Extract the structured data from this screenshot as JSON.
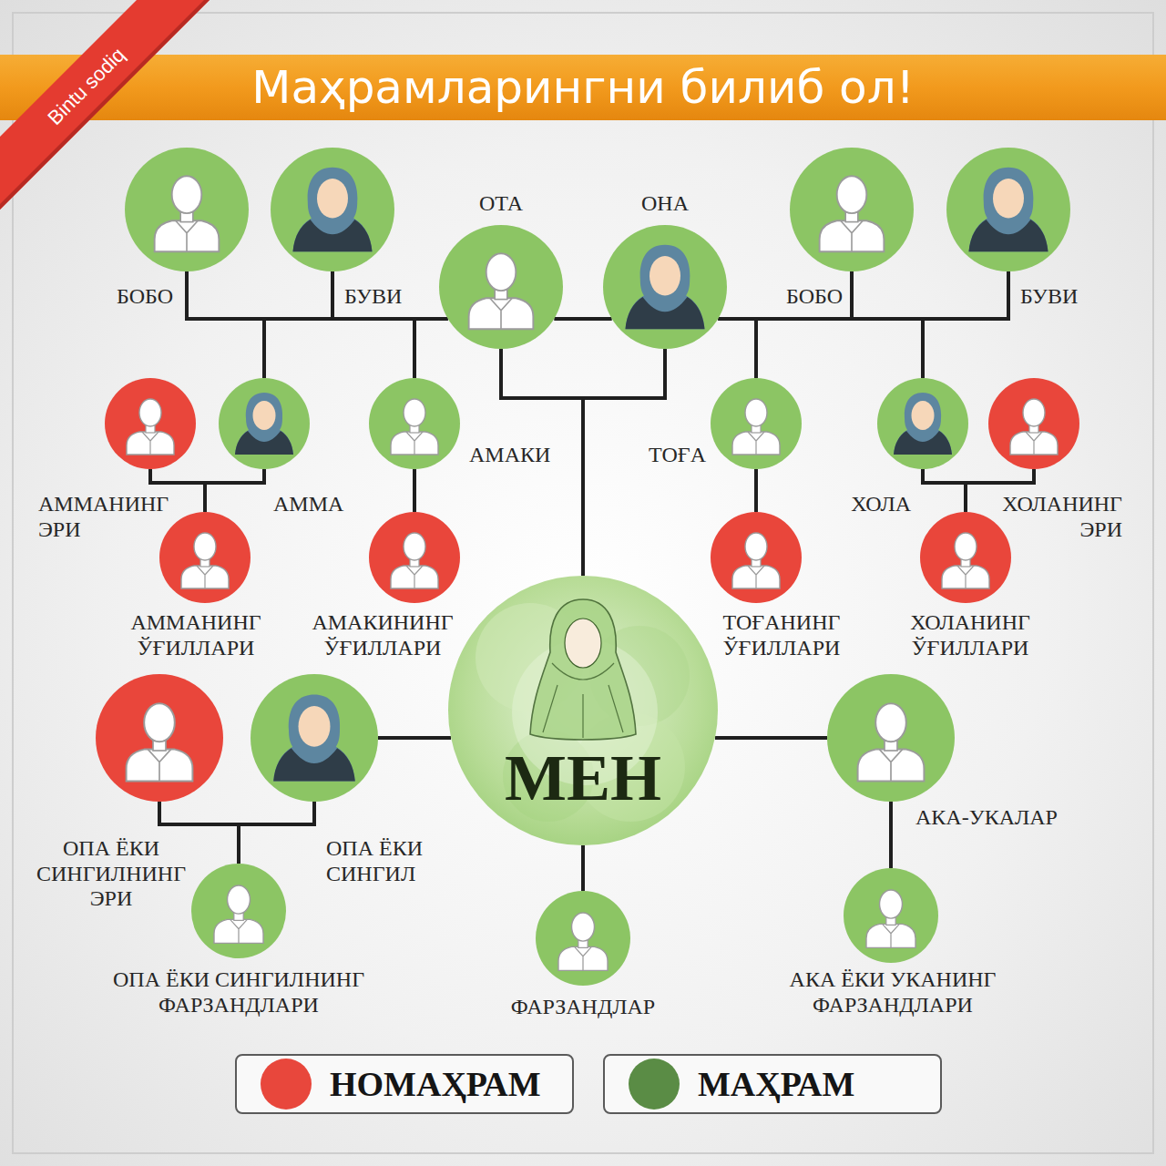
{
  "diagram": {
    "title": "Маҳрамларингни билиб ол!",
    "nodes": [
      {
        "text": [
          "БОБО"
        ]
      },
      {
        "text": [
          "БУВИ"
        ]
      },
      {
        "text": [
          "ОТА"
        ]
      },
      {
        "text": [
          "ОНА"
        ]
      },
      {
        "text": [
          "БОБО"
        ]
      },
      {
        "text": [
          "БУВИ"
        ]
      },
      {
        "text": [
          "АММАНИНГ ЭРИ"
        ]
      },
      {
        "text": [
          "АММА"
        ]
      },
      {
        "text": [
          "АМАКИ"
        ]
      },
      {
        "text": [
          "ТОҒА"
        ]
      },
      {
        "text": [
          "ХОЛА"
        ]
      },
      {
        "text": [
          "ХОЛАНИНГ ЭРИ"
        ]
      },
      {
        "text": [
          "АММАНИНГ ЎҒИЛЛАРИ"
        ]
      },
      {
        "text": [
          "АМАКИНИНГ ЎҒИЛЛАРИ"
        ]
      },
      {
        "text": [
          "ТОҒАНИНГ ЎҒИЛЛАРИ"
        ]
      },
      {
        "text": [
          "ХОЛАНИНГ ЎҒИЛЛАРИ"
        ]
      },
      {
        "text": [
          "ОПА ЁКИ СИНГИЛНИНГ ЭРИ"
        ]
      },
      {
        "text": [
          "ОПА ЁКИ СИНГИЛ"
        ]
      },
      {
        "text": [
          "МЕН"
        ]
      },
      {
        "text": [
          "АКА-УКАЛАР"
        ]
      },
      {
        "text": [
          "ОПА ЁКИ СИНГИЛНИНГ ФАРЗАНДЛАРИ"
        ]
      },
      {
        "text": [
          "ФАРЗАНДЛАР"
        ]
      },
      {
        "text": [
          "АКА ЁКИ УКАНИНГ ФАРЗАНДЛАРИ"
        ]
      }
    ],
    "edges": [
      {
        "from": 0,
        "to": 7,
        "arrow": "none"
      },
      {
        "from": 0,
        "to": 8,
        "arrow": "none"
      },
      {
        "from": 0,
        "to": 2,
        "arrow": "none"
      },
      {
        "from": 1,
        "to": 7,
        "arrow": "none"
      },
      {
        "from": 1,
        "to": 8,
        "arrow": "none"
      },
      {
        "from": 1,
        "to": 2,
        "arrow": "none"
      },
      {
        "from": 4,
        "to": 3,
        "arrow": "none"
      },
      {
        "from": 4,
        "to": 9,
        "arrow": "none"
      },
      {
        "from": 4,
        "to": 10,
        "arrow": "none"
      },
      {
        "from": 5,
        "to": 3,
        "arrow": "none"
      },
      {
        "from": 5,
        "to": 9,
        "arrow": "none"
      },
      {
        "from": 5,
        "to": 10,
        "arrow": "none"
      },
      {
        "from": 2,
        "to": 3,
        "arrow": "none"
      },
      {
        "from": 2,
        "to": 18,
        "arrow": "none"
      },
      {
        "from": 3,
        "to": 18,
        "arrow": "none"
      },
      {
        "from": 6,
        "to": 12,
        "arrow": "none"
      },
      {
        "from": 7,
        "to": 12,
        "arrow": "none"
      },
      {
        "from": 8,
        "to": 13,
        "arrow": "none"
      },
      {
        "from": 9,
        "to": 14,
        "arrow": "none"
      },
      {
        "from": 10,
        "to": 15,
        "arrow": "none"
      },
      {
        "from": 11,
        "to": 15,
        "arrow": "none"
      },
      {
        "from": 18,
        "to": 17,
        "arrow": "none"
      },
      {
        "from": 18,
        "to": 19,
        "arrow": "none"
      },
      {
        "from": 18,
        "to": 21,
        "arrow": "none"
      },
      {
        "from": 16,
        "to": 20,
        "arrow": "none"
      },
      {
        "from": 17,
        "to": 20,
        "arrow": "none"
      },
      {
        "from": 19,
        "to": 22,
        "arrow": "none"
      }
    ],
    "labels": [
      "Bintu sodiq"
    ],
    "legend": [
      {
        "text": "НОМАҲРАМ",
        "color": "#e8473c"
      },
      {
        "text": "МАҲРАМ",
        "color": "#5a8c45"
      }
    ]
  }
}
